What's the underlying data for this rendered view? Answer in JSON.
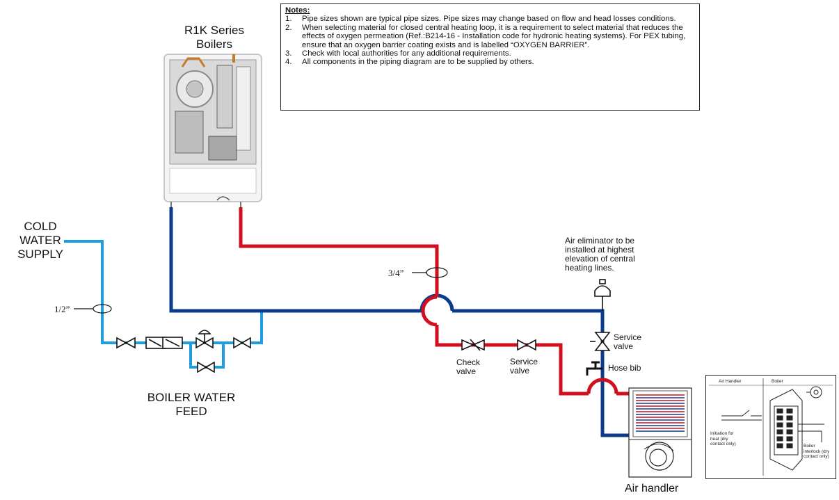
{
  "boiler": {
    "title": "R1K Series\nBoilers"
  },
  "notes": {
    "heading": "Notes:",
    "items": [
      {
        "num": "1.",
        "text": "Pipe sizes shown are typical pipe sizes.  Pipe sizes may change based on flow and head losses conditions."
      },
      {
        "num": "2.",
        "text": "When selecting material for closed central heating loop, it is a requirement to select material that reduces the effects of oxygen permeation (Ref.:B214-16 - Installation code for hydronic heating systems).  For PEX tubing, ensure that an oxygen barrier coating exists and is labelled “OXYGEN BARRIER”."
      },
      {
        "num": "3.",
        "text": "Check with local authorities for any additional requirements."
      },
      {
        "num": "4.",
        "text": "All components in the piping diagram are to be supplied by others."
      }
    ]
  },
  "labels": {
    "cold_water": "COLD\nWATER\nSUPPLY",
    "half_inch": "1/2”",
    "three_quarter": "3/4”",
    "feed": "BOILER WATER\nFEED",
    "air_eliminator": "Air eliminator to be\ninstalled at highest\nelevation of central\nheating lines.",
    "service_valve_vertical": "Service\nvalve",
    "hose_bib": "Hose bib",
    "check_valve": "Check\nvalve",
    "service_valve": "Service\nvalve",
    "air_handler": "Air handler"
  },
  "wiring": {
    "air_handler_col": "Air Handler",
    "boiler_col": "Boiler",
    "initiation": "Initiation for\nheat (dry\ncontact only)",
    "interlock": "Boiler\ninterlock (dry\ncontact only)"
  },
  "colors": {
    "supply_red": "#d0101e",
    "return_blue": "#0d3b8c",
    "cold_water_blue": "#1e9ee0"
  }
}
